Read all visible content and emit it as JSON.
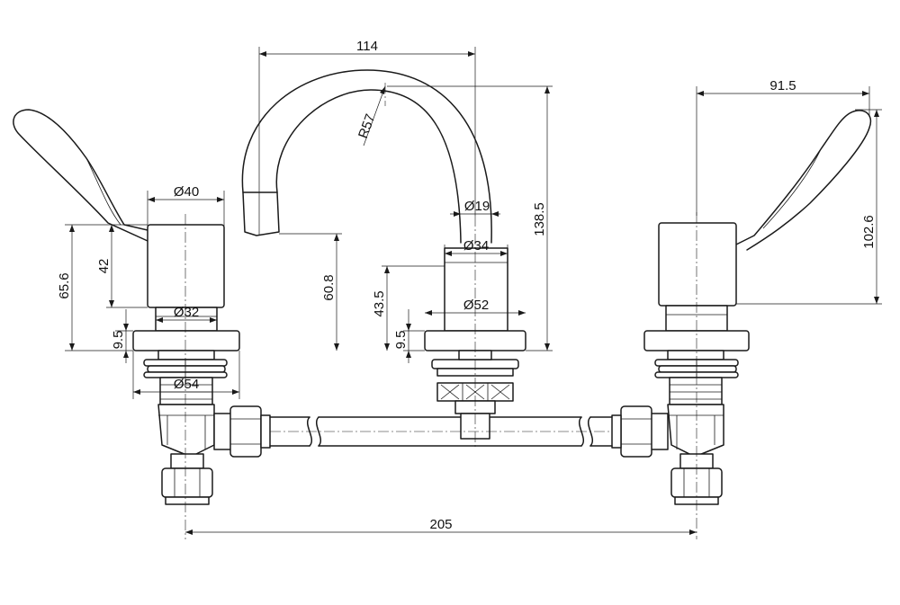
{
  "dimensions": {
    "spout_reach": "114",
    "spout_radius": "R57",
    "spout_outlet_dia": "Ø19",
    "spout_body_dia": "Ø34",
    "spout_base_dia": "Ø52",
    "spout_height": "138.5",
    "spout_outlet_height": "60.8",
    "spout_body_height": "43.5",
    "spout_flange_height": "9.5",
    "handle_body_dia": "Ø40",
    "handle_stem_dia": "Ø32",
    "handle_flange_dia": "Ø54",
    "handle_body_height": "42",
    "handle_total_height": "65.6",
    "handle_flange_height": "9.5",
    "lever_width": "91.5",
    "lever_height": "102.6",
    "overall_width": "205"
  }
}
